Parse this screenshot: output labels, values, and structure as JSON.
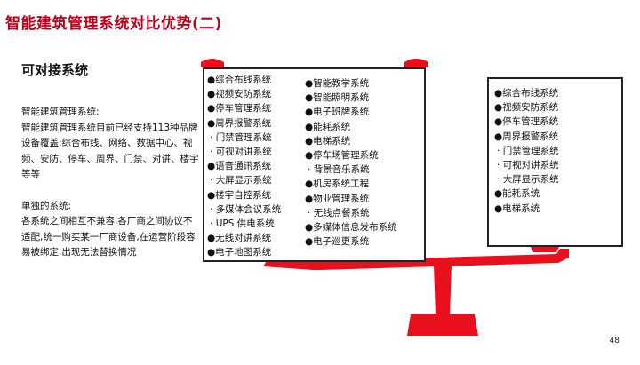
{
  "title": "智能建筑管理系统对比优势(二)",
  "subtitle": "可对接系统",
  "description": {
    "heading1": "智能建筑管理系统:",
    "text1": "智能建筑管理系统目前已经支持113种品牌设备覆盖:综合布线、网络、数据中心、视频、安防、停车、周界、门禁、对讲、楼宇等等",
    "heading2": "单独的系统:",
    "text2": "各系统之间相互不兼容,各厂商之间协议不适配,统一购买某一厂商设备,在运营阶段容易被绑定,出现无法替换情况"
  },
  "left_box": {
    "col1": [
      {
        "label": "综合布线系统",
        "type": "bullet"
      },
      {
        "label": "视频安防系统",
        "type": "bullet"
      },
      {
        "label": "停车管理系统",
        "type": "bullet"
      },
      {
        "label": "周界报警系统",
        "type": "bullet"
      },
      {
        "label": "门禁管理系统",
        "type": "dot"
      },
      {
        "label": "可视对讲系统",
        "type": "dot"
      },
      {
        "label": "语音通讯系统",
        "type": "bullet"
      },
      {
        "label": "大屏显示系统",
        "type": "dot"
      },
      {
        "label": "楼宇自控系统",
        "type": "bullet"
      },
      {
        "label": "多媒体会议系统",
        "type": "dot"
      },
      {
        "label": "UPS 供电系统",
        "type": "dot"
      },
      {
        "label": "无线对讲系统",
        "type": "bullet"
      },
      {
        "label": "电子地图系统",
        "type": "bullet"
      }
    ],
    "col2": [
      {
        "label": "智能教学系统",
        "type": "bullet"
      },
      {
        "label": "智能照明系统",
        "type": "bullet"
      },
      {
        "label": "电子班牌系统",
        "type": "bullet"
      },
      {
        "label": "能耗系统",
        "type": "bullet"
      },
      {
        "label": "电梯系统",
        "type": "bullet"
      },
      {
        "label": "停车场管理系统",
        "type": "bullet"
      },
      {
        "label": "背景音乐系统",
        "type": "dot"
      },
      {
        "label": "机房系统工程",
        "type": "bullet"
      },
      {
        "label": "物业管理系统",
        "type": "bullet"
      },
      {
        "label": "无线点餐系统",
        "type": "dot"
      },
      {
        "label": "多媒体信息发布系统",
        "type": "bullet"
      },
      {
        "label": "电子巡更系统",
        "type": "bullet"
      }
    ]
  },
  "right_box": [
    {
      "label": "综合布线系统",
      "type": "bullet"
    },
    {
      "label": "视频安防系统",
      "type": "bullet"
    },
    {
      "label": "停车管理系统",
      "type": "bullet"
    },
    {
      "label": "周界报警系统",
      "type": "bullet"
    },
    {
      "label": "门禁管理系统",
      "type": "dot"
    },
    {
      "label": "可视对讲系统",
      "type": "dot"
    },
    {
      "label": "大屏显示系统",
      "type": "dot"
    },
    {
      "label": "能耗系统",
      "type": "bullet"
    },
    {
      "label": "电梯系统",
      "type": "bullet"
    }
  ],
  "page_number": "48",
  "colors": {
    "title": "#c0001a",
    "scale": "#e8101c"
  }
}
